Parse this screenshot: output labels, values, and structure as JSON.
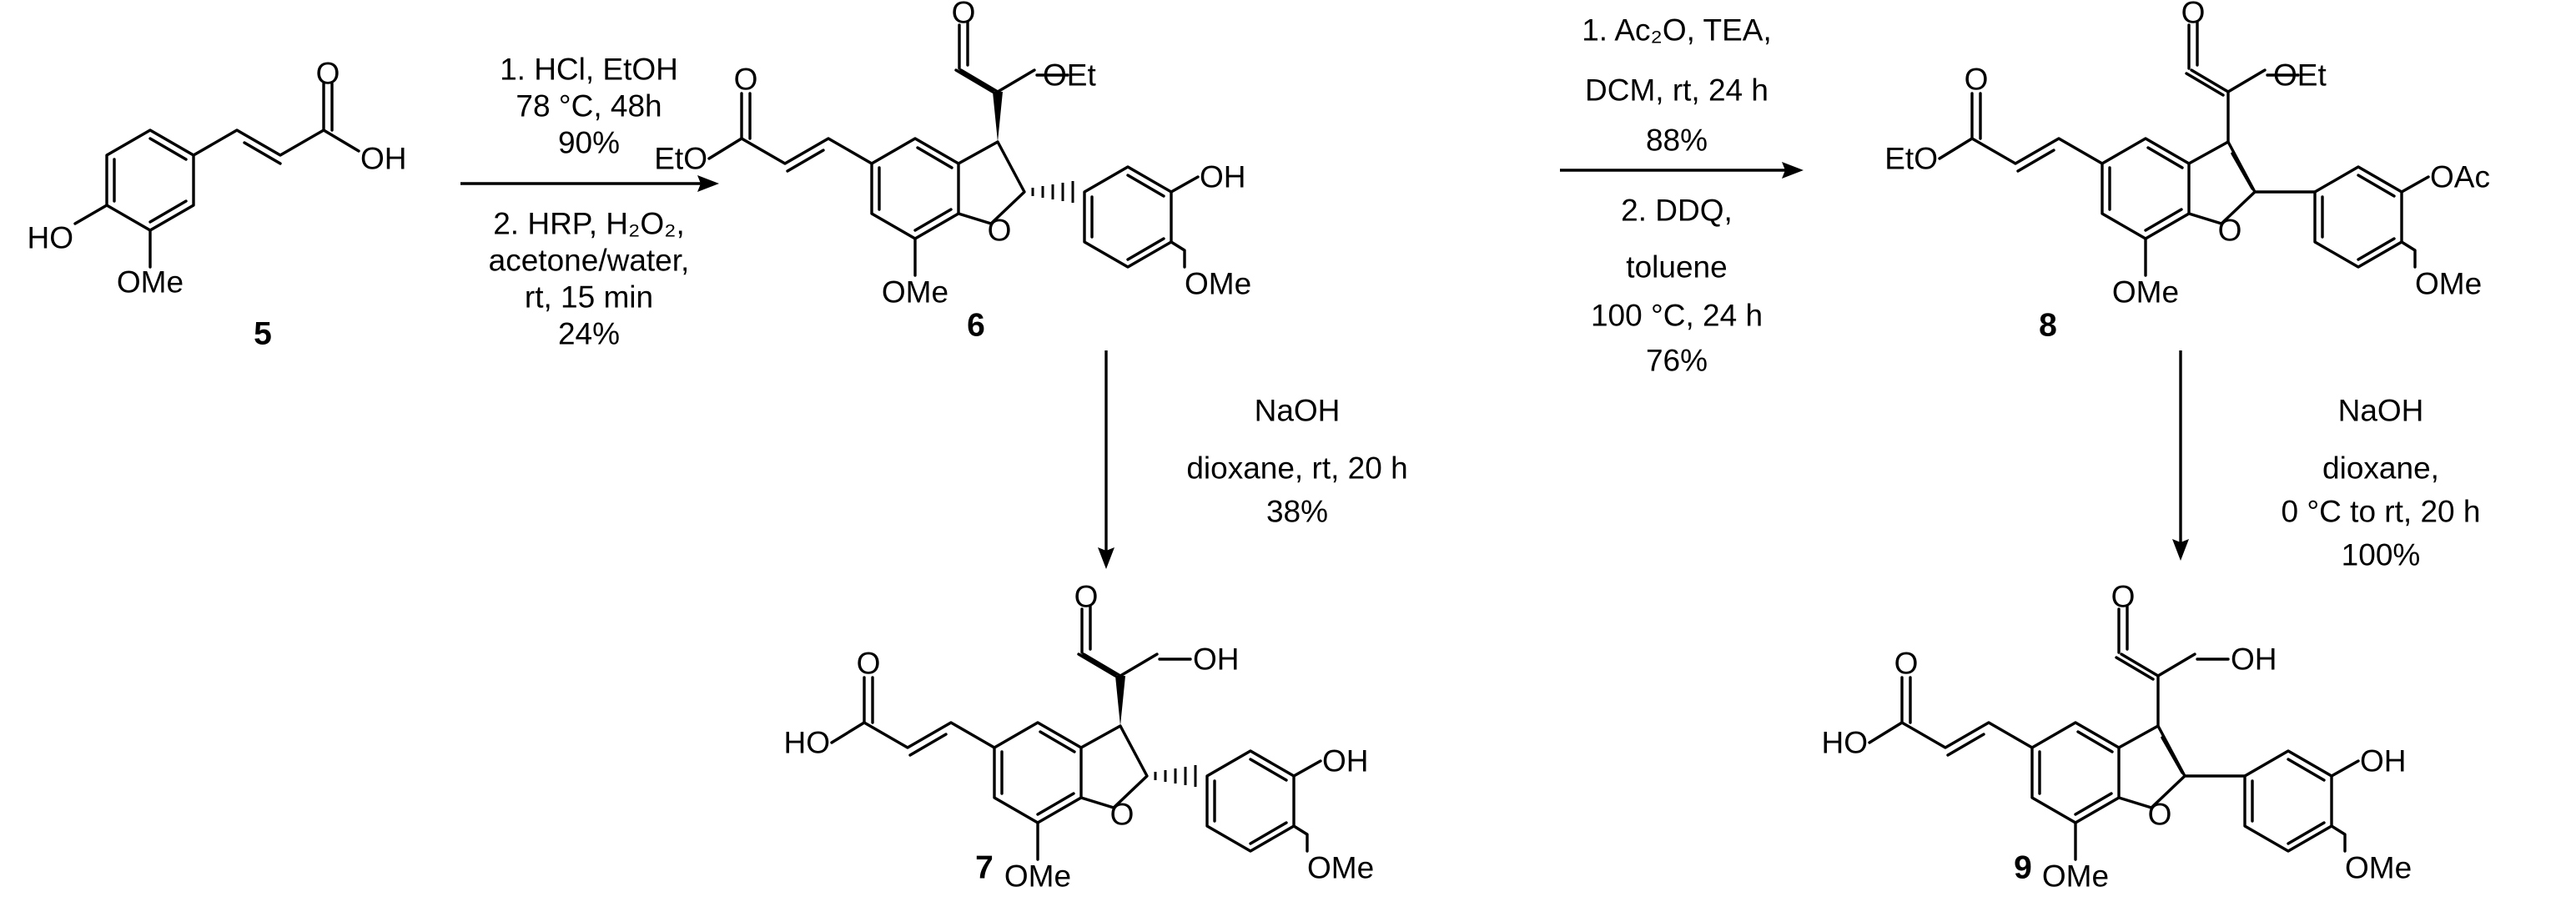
{
  "labels": {
    "O": "O",
    "OH": "OH",
    "HO": "HO",
    "OMe": "OMe",
    "OEt": "OEt",
    "EtO": "EtO",
    "OAc": "OAc"
  },
  "compounds": [
    "5",
    "6",
    "7",
    "8",
    "9"
  ],
  "step1": {
    "a_line1": "1. HCl, EtOH",
    "a_line2": "78 °C, 48h",
    "a_yield": "90%",
    "b_line1": "2. HRP, H₂O₂,",
    "b_line2": "acetone/water,",
    "b_line3": "rt, 15 min",
    "b_yield": "24%"
  },
  "step2": {
    "line1": "NaOH",
    "line2": "dioxane,  rt, 20 h",
    "yield": "38%"
  },
  "step3": {
    "a_line1": "1. Ac₂O, TEA,",
    "a_line2": "DCM, rt, 24 h",
    "a_yield": "88%",
    "b_line1": "2. DDQ,",
    "b_line2": "toluene",
    "b_line3": "100 °C, 24 h",
    "b_yield": "76%"
  },
  "step4": {
    "line1": "NaOH",
    "line2": "dioxane,",
    "line3": "0 °C to rt, 20 h",
    "yield": "100%"
  }
}
